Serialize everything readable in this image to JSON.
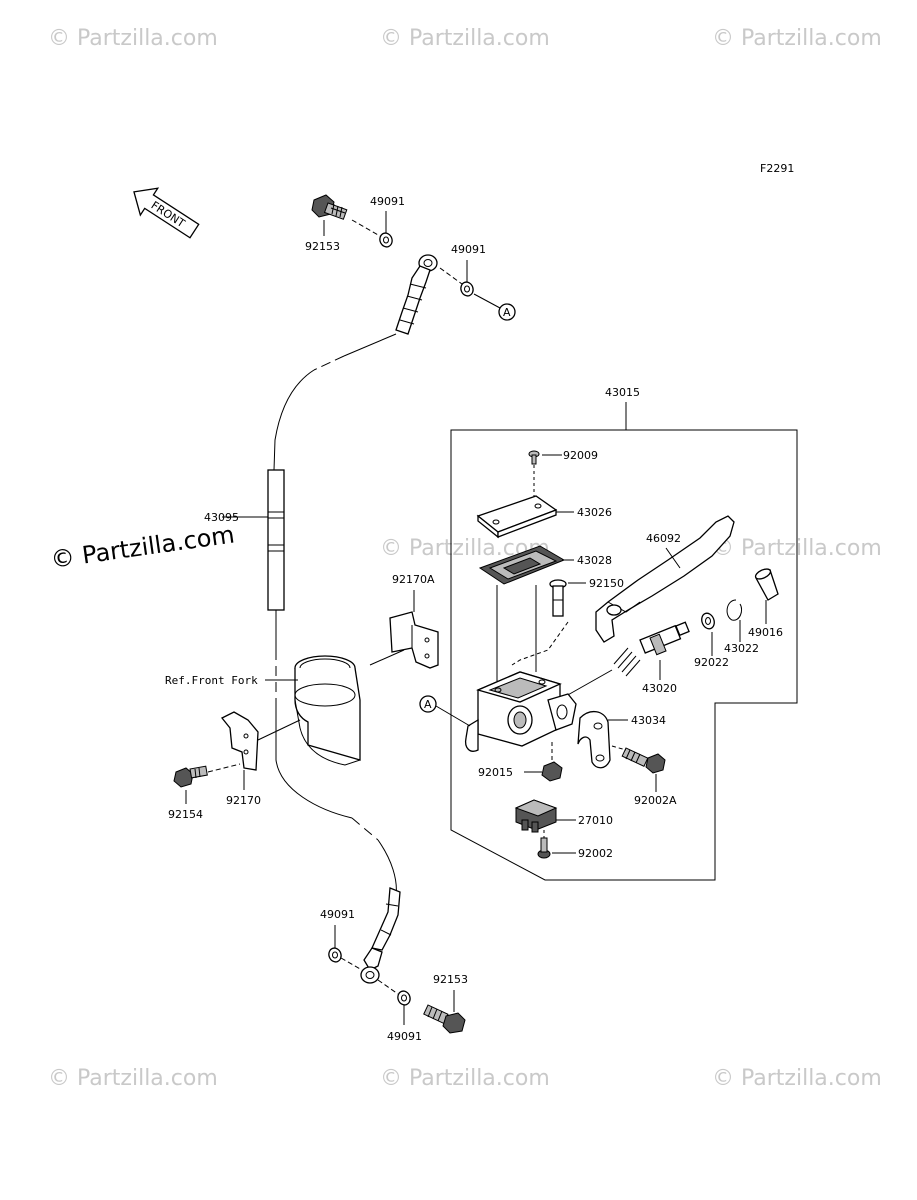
{
  "watermark": "© Partzilla.com",
  "figure_code": "F2291",
  "front_label": "FRONT",
  "ref_label": "Ref.Front Fork",
  "callout_letter": "A",
  "parts": {
    "bolt_top": "92153",
    "washer_top_1": "49091",
    "washer_top_2": "49091",
    "assembly": "43015",
    "screw_cap": "92009",
    "cap": "43026",
    "diaphragm": "43028",
    "lever": "46092",
    "pivot_bolt": "92150",
    "hose": "43095",
    "clamp_a": "92170A",
    "boot": "49016",
    "circlip": "43022",
    "washer_piston": "92022",
    "piston": "43020",
    "holder": "43034",
    "nut": "92015",
    "bolt_holder": "92002A",
    "switch": "27010",
    "screw_switch": "92002",
    "bolt_clamp": "92154",
    "clamp": "92170",
    "washer_bot_1": "49091",
    "bolt_bot": "92153",
    "washer_bot_2": "49091"
  }
}
